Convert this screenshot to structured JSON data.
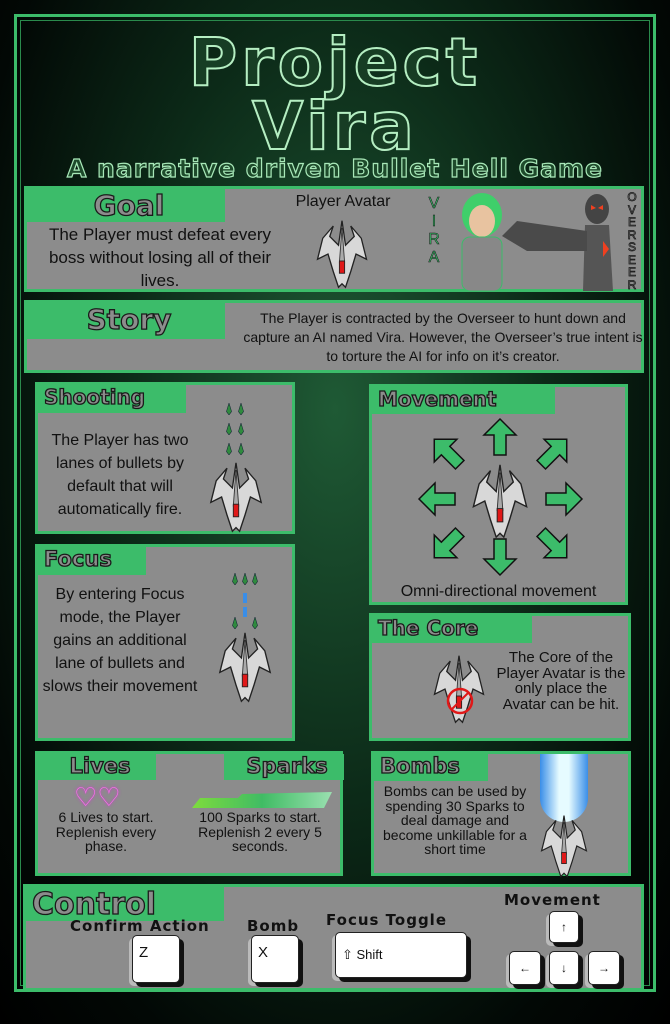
{
  "title": {
    "line1": "Project",
    "line2": "Vira",
    "subtitle": "A narrative driven Bullet Hell Game"
  },
  "goal": {
    "heading": "Goal",
    "text": "The Player must defeat every boss without losing all of their lives.",
    "avatar_label": "Player Avatar",
    "vira_label": "VIRA",
    "overseer_label": "OVERSEER"
  },
  "story": {
    "heading": "Story",
    "text": "The Player is contracted by the Overseer to hunt down and capture an AI named Vira.  However, the Overseer’s true intent is to torture the AI for info on it’s creator."
  },
  "shooting": {
    "heading": "Shooting",
    "text": "The Player has two lanes of bullets by default that will automatically fire."
  },
  "movement": {
    "heading": "Movement",
    "text": "Omni-directional movement"
  },
  "focus": {
    "heading": "Focus",
    "text": "By entering Focus mode, the Player gains an additional lane of bullets and slows their movement"
  },
  "core": {
    "heading": "The Core",
    "text": "The Core of the Player Avatar is the only place the Avatar can be hit."
  },
  "lives": {
    "heading": "Lives",
    "text": "6 Lives to start. Replenish every phase.",
    "hearts": "♡♡"
  },
  "sparks": {
    "heading": "Sparks",
    "text": "100 Sparks to start. Replenish 2 every 5 seconds."
  },
  "bombs": {
    "heading": "Bombs",
    "text": "Bombs can be used by spending 30 Sparks to deal damage and become unkillable for a short time"
  },
  "control": {
    "heading": "Control",
    "confirm_label": "Confirm Action",
    "confirm_key": "Z",
    "bomb_label": "Bomb",
    "bomb_key": "X",
    "focus_label": "Focus Toggle",
    "focus_key": "⇧ Shift",
    "movement_label": "Movement",
    "up": "↑",
    "left": "←",
    "down": "↓",
    "right": "→"
  },
  "colors": {
    "accent": "#3cbc6a",
    "panel": "#8c8c8c",
    "core": "#e01818"
  }
}
